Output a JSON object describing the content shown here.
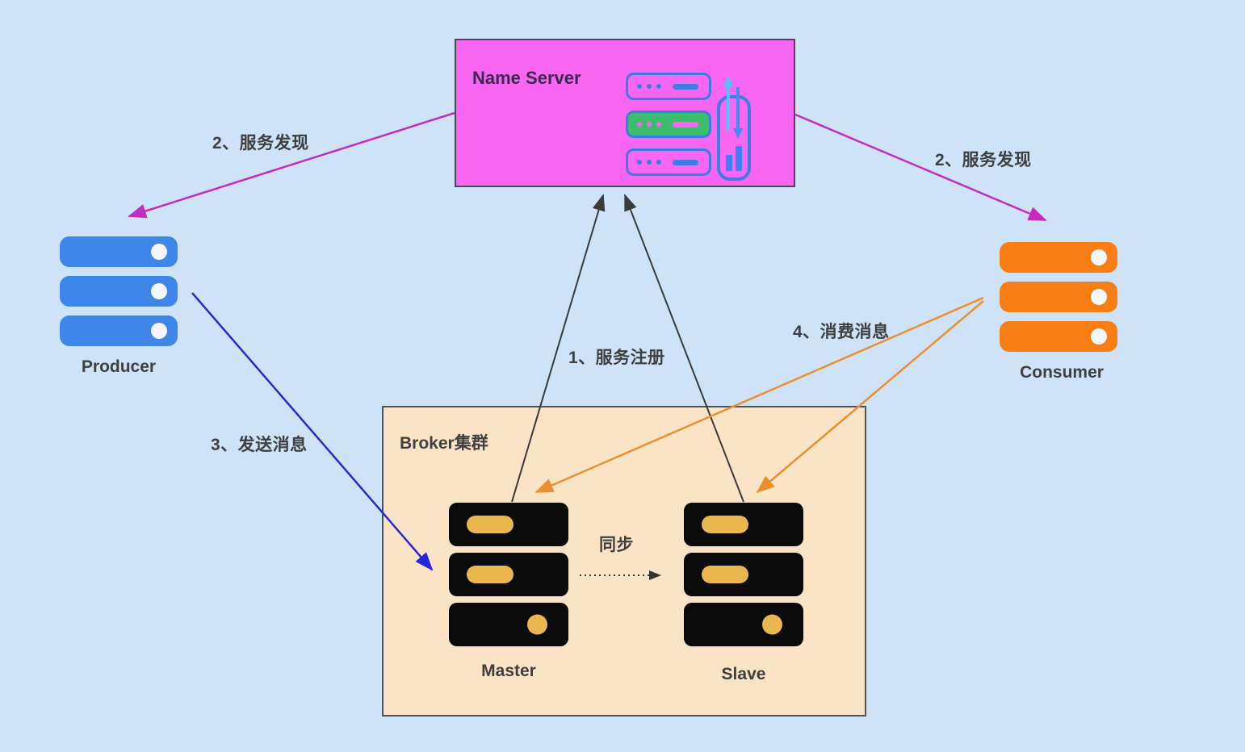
{
  "background": "#cfe3f8",
  "name_server": {
    "label": "Name Server",
    "fill": "#f966f2",
    "border": "#514358",
    "text_color": "#3b2a50",
    "icon": "server-rack-with-transfer-monitor",
    "icon_blue": "#3b7de0",
    "icon_green": "#3dbd6e"
  },
  "producer": {
    "label": "Producer",
    "color": "#3e86ea",
    "icon": "server-stack"
  },
  "consumer": {
    "label": "Consumer",
    "color": "#f87d13",
    "icon": "server-stack"
  },
  "broker": {
    "label": "Broker集群",
    "fill": "#fbe4c6",
    "border": "#525252",
    "server_color": "#0b0b0b",
    "accent_color": "#eab64e",
    "master": {
      "label": "Master"
    },
    "slave": {
      "label": "Slave"
    }
  },
  "edges": {
    "discovery_left": {
      "label": "2、服务发现",
      "color": "#c32cc3",
      "from": "name-server",
      "to": "producer"
    },
    "discovery_right": {
      "label": "2、服务发现",
      "color": "#c32cc3",
      "from": "name-server",
      "to": "consumer"
    },
    "register": {
      "label": "1、服务注册",
      "color": "#3a3a3a",
      "from": "broker",
      "to": "name-server"
    },
    "send": {
      "label": "3、发送消息",
      "color": "#2727d8",
      "from": "producer",
      "to": "master"
    },
    "consume": {
      "label": "4、消费消息",
      "color": "#ee8d2e",
      "from": "consumer",
      "to": "broker"
    },
    "sync": {
      "label": "同步",
      "color": "#333333",
      "from": "master",
      "to": "slave"
    }
  }
}
